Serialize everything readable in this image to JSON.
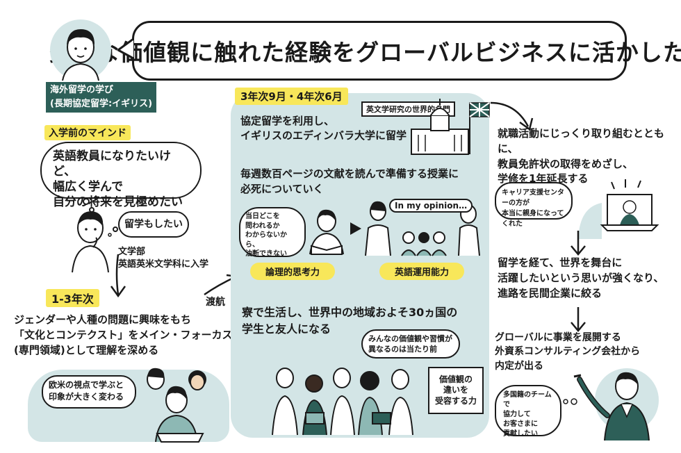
{
  "title": "多様な価値観に触れた経験をグローバルビジネスに活かしたい",
  "profile": {
    "tag_line1": "海外留学の学び",
    "tag_line2": "(長期協定留学:イギリス)"
  },
  "pre_entry": {
    "label": "入学前のマインド",
    "thought": [
      "英語教員になりたいけど、",
      "幅広く学んで",
      "自分の将来を見極めたい"
    ],
    "small_thought": "留学もしたい",
    "admission": [
      "文学部",
      "英語英米文学科に入学"
    ]
  },
  "years_1_3": {
    "label": "1-3年次",
    "text": [
      "ジェンダーや人種の問題に興味をもち",
      "「文化とコンテクスト」をメイン・フォーカス",
      "(専門領域)として理解を深める"
    ],
    "bubble": [
      "欧米の視点で学ぶと",
      "印象が大きく変わる"
    ],
    "travel": "渡航"
  },
  "abroad": {
    "period": "3年次9月・4年次6月",
    "intro": [
      "協定留学を利用し、",
      "イギリスのエディンバラ大学に留学"
    ],
    "building_caption": "英文学研究の世界的名門",
    "classes": [
      "毎週数百ページの文献を読んで準備する授業に",
      "必死についていく"
    ],
    "student_thought": [
      "当日どこを",
      "問われるか",
      "わからないから、",
      "油断できない"
    ],
    "speech": "In my opinion…",
    "skill1": "論理的思考力",
    "skill2": "英語運用能力",
    "dorm": [
      "寮で生活し、世界中の地域およそ30ヵ国の",
      "学生と友人になる"
    ],
    "dorm_bubble": [
      "みんなの価値観や習慣が",
      "異なるのは当たり前"
    ],
    "accept_note": [
      "価値観の",
      "違いを",
      "受容する力"
    ]
  },
  "career": {
    "step1": [
      "就職活動にじっくり取り組むとともに、",
      "教員免許状の取得をめざし、",
      "学修を1年延長する"
    ],
    "center_note": [
      "キャリア支援センターの方が",
      "本当に親身になってくれた"
    ],
    "step2": [
      "留学を経て、世界を舞台に",
      "活躍したいという思いが強くなり、",
      "進路を民間企業に絞る"
    ],
    "step3": [
      "グローバルに事業を展開する",
      "外資系コンサルティング会社から",
      "内定が出る"
    ],
    "final_thought": [
      "多国籍のチームで",
      "協力して",
      "お客さまに",
      "貢献したい"
    ]
  },
  "colors": {
    "teal_panel": "#d3e5e6",
    "tag_dark": "#2d5f58",
    "highlight_yellow": "#f8e75a",
    "ink": "#1a1a1a"
  }
}
